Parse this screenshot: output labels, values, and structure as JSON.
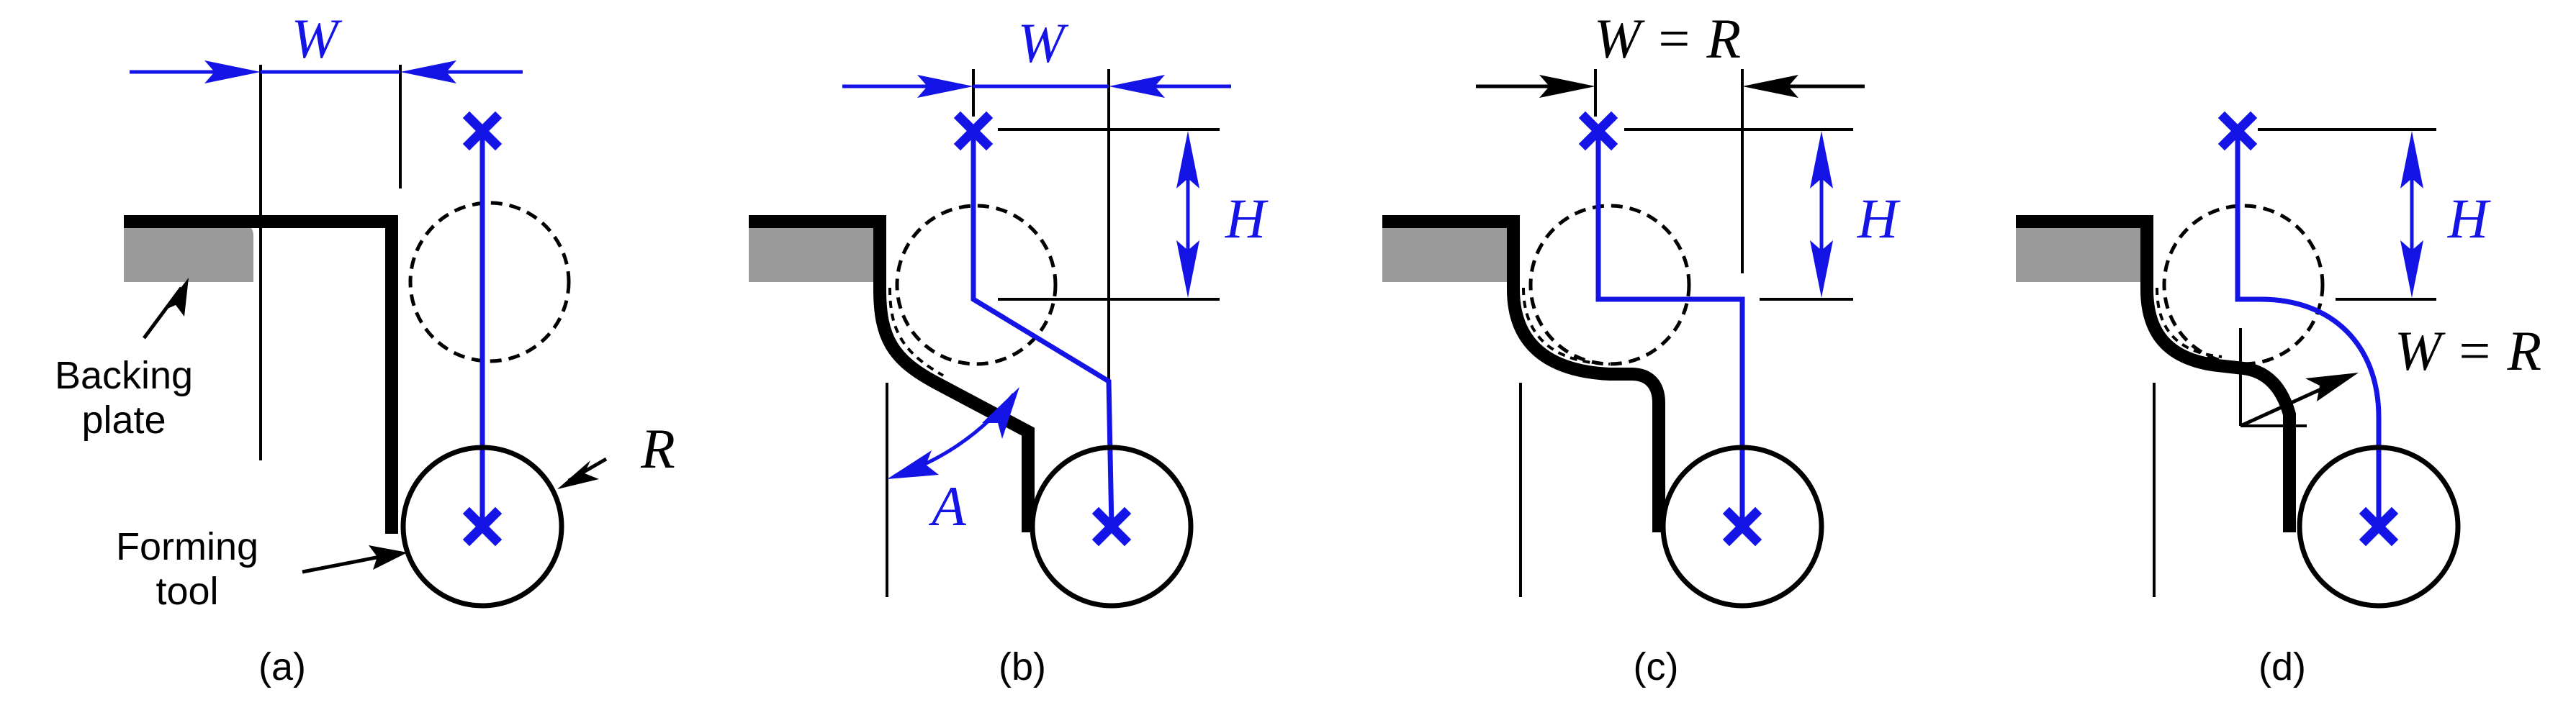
{
  "colors": {
    "ink": "#000000",
    "accent": "#1414e6",
    "backing_plate": "#9a9a9a"
  },
  "panels": {
    "a": {
      "caption": "(a)",
      "width_symbol": "W",
      "radius_symbol": "R",
      "backing_plate_label_line1": "Backing",
      "backing_plate_label_line2": "plate",
      "forming_tool_label_line1": "Forming",
      "forming_tool_label_line2": "tool"
    },
    "b": {
      "caption": "(b)",
      "width_symbol": "W",
      "height_symbol": "H",
      "angle_symbol": "A"
    },
    "c": {
      "caption": "(c)",
      "width_equation": "W = R",
      "height_symbol": "H"
    },
    "d": {
      "caption": "(d)",
      "width_equation": "W = R",
      "height_symbol": "H"
    }
  }
}
